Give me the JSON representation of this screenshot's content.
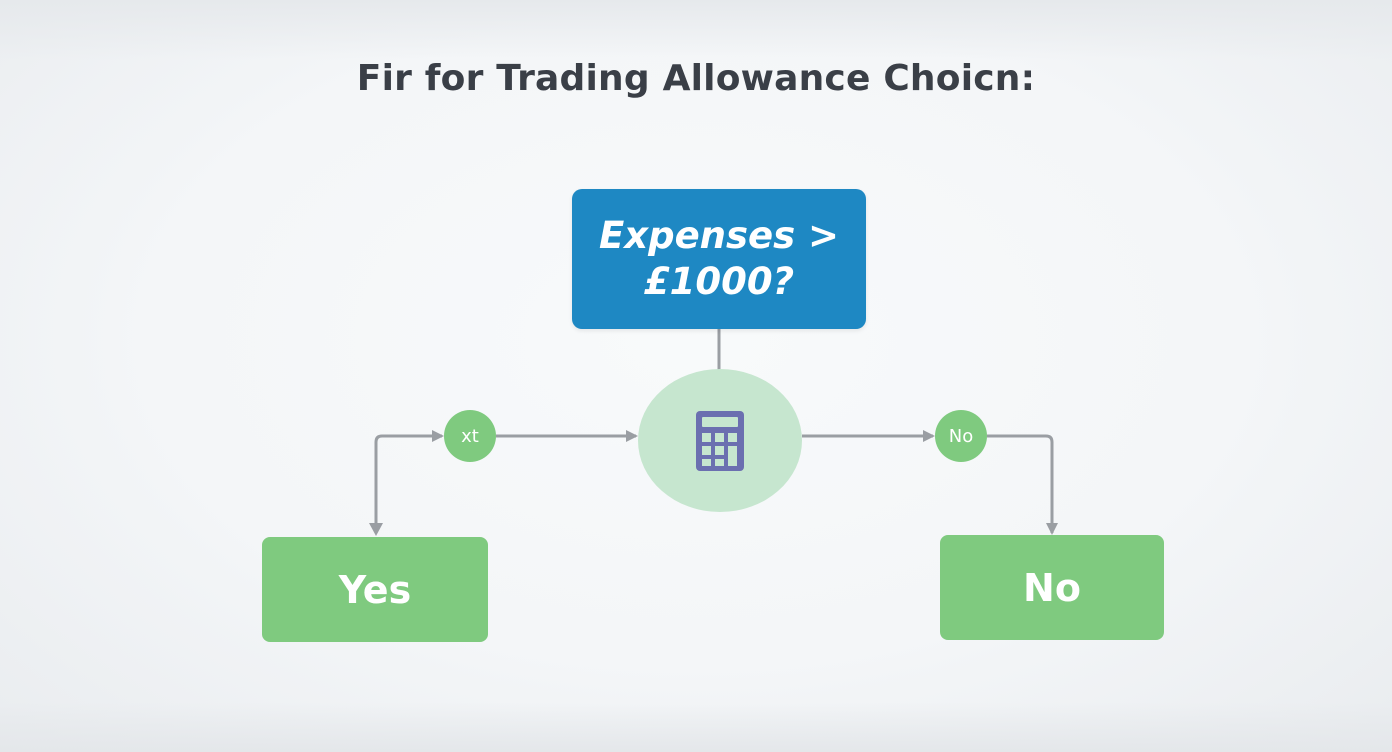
{
  "title": "Fir for Trading Allowance Choicn:",
  "decision": {
    "line1": "Expenses >",
    "line2": "£1000?"
  },
  "hub": {
    "icon": "calculator-icon"
  },
  "branch_labels": {
    "left": "xt",
    "right": "No"
  },
  "outcomes": {
    "yes": "Yes",
    "no": "No"
  },
  "colors": {
    "decision_fill": "#1e88c3",
    "node_fill": "#7fca7f",
    "hub_fill": "#c6e6cf",
    "icon_color": "#6b6fb0",
    "connector": "#9a9ea3",
    "title_text": "#3a3f47"
  }
}
